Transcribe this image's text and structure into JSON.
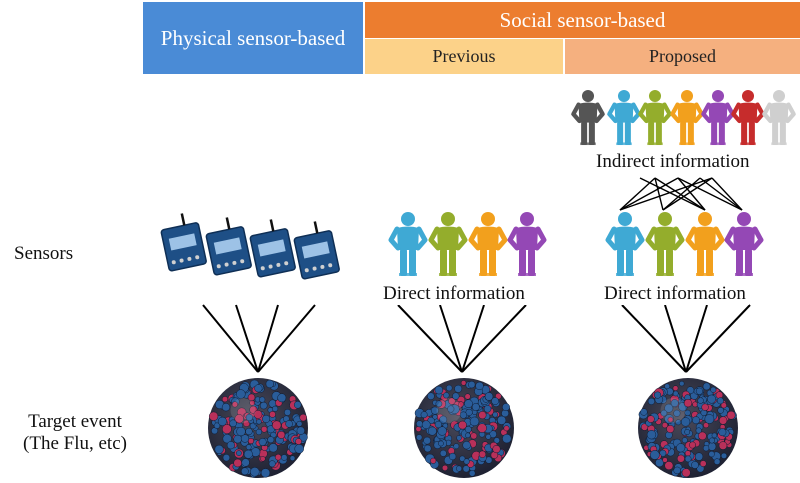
{
  "header": {
    "physical": "Physical sensor-based",
    "social": "Social sensor-based",
    "previous": "Previous",
    "proposed": "Proposed"
  },
  "rows": {
    "sensors": "Sensors",
    "target_line1": "Target event",
    "target_line2": "(The Flu, etc)"
  },
  "info": {
    "indirect": "Indirect information",
    "direct_previous": "Direct information",
    "direct_proposed": "Direct information"
  },
  "colors": {
    "physical_header": "#4a8bd6",
    "social_header": "#ec7d2f",
    "previous_header": "#fcd289",
    "proposed_header": "#f5b07f",
    "person_palette": [
      "#555555",
      "#3fa9d4",
      "#94ad2c",
      "#f2a01d",
      "#9448b5",
      "#c62c2c",
      "#cfcfcf"
    ],
    "virus_blue": "#2a5d9a",
    "virus_red": "#b8305a"
  },
  "icons": {
    "sensor_module": "xbee-module-icon",
    "person": "person-icon",
    "virus": "virus-icon"
  }
}
